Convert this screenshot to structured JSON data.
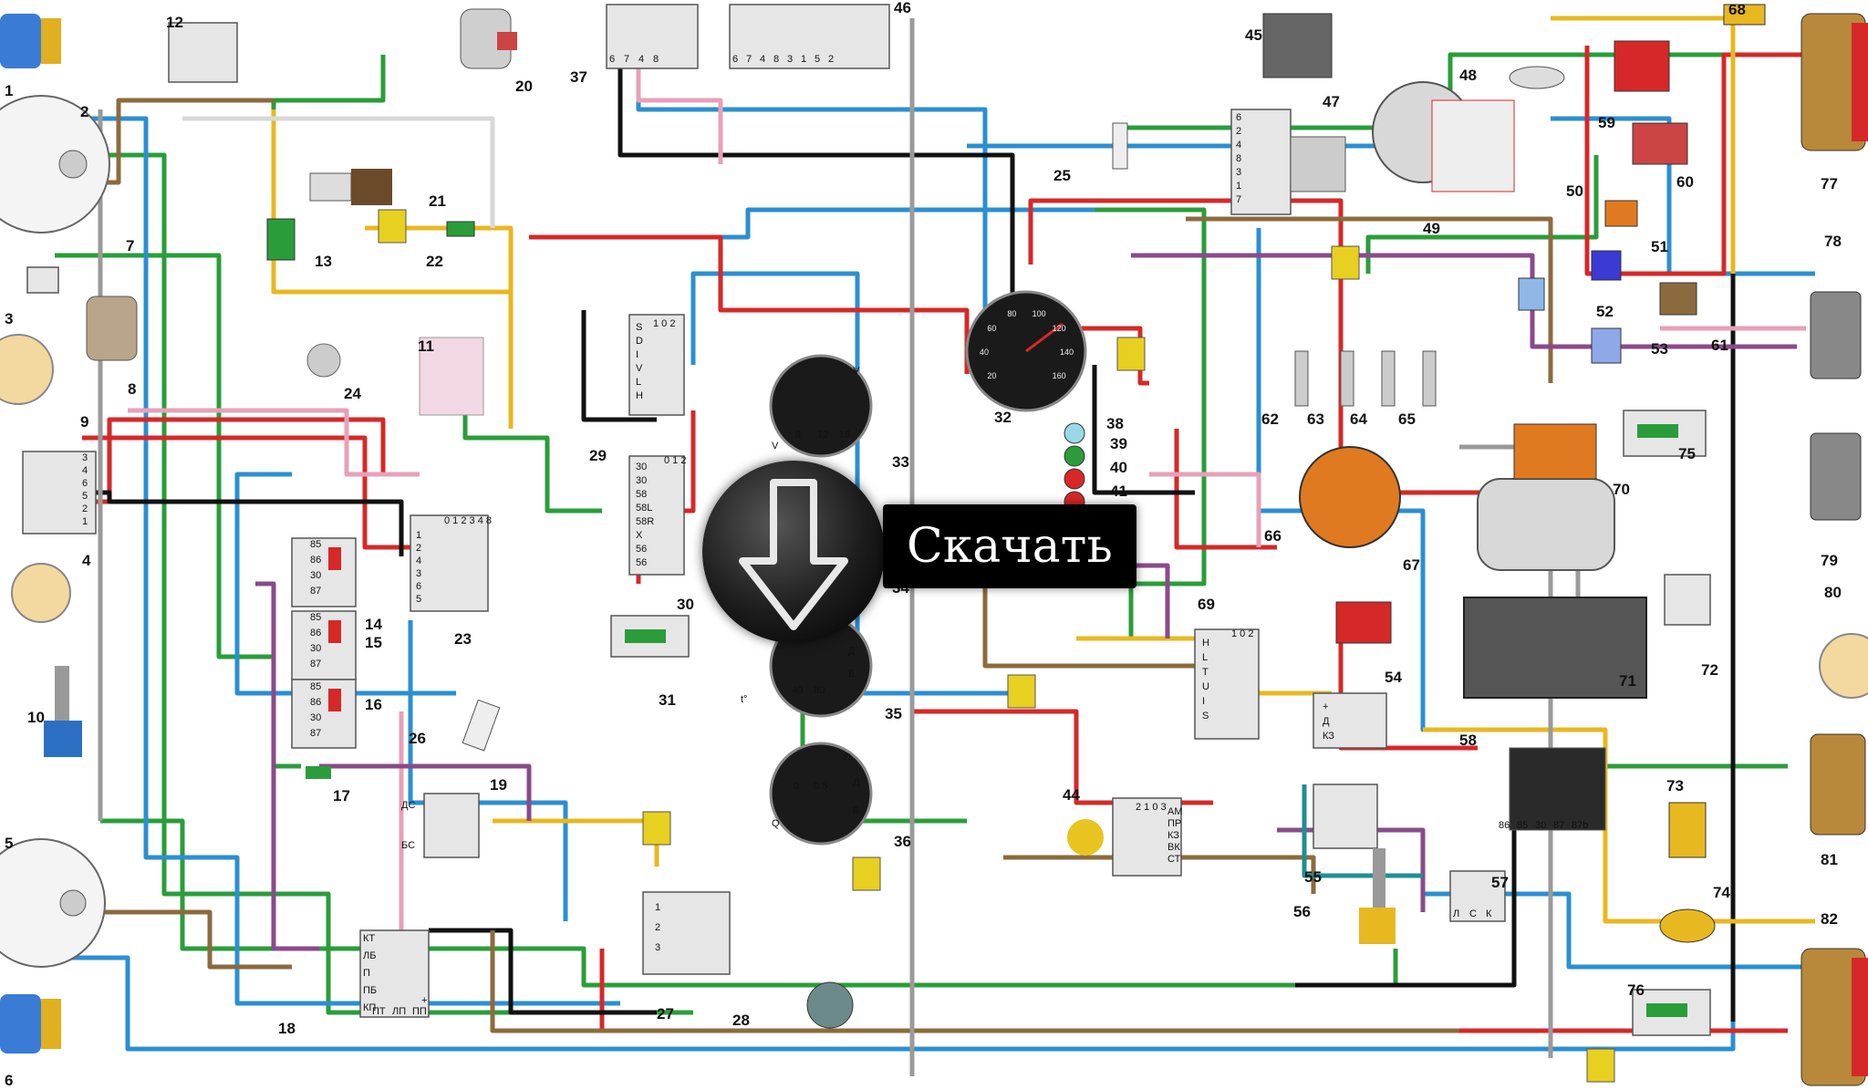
{
  "overlay": {
    "download_label": "Скачать",
    "icon": "download-arrow-icon"
  },
  "wire_colors": {
    "red": "#d62828",
    "green": "#2a9d3a",
    "blue": "#2b8fd1",
    "black": "#111111",
    "brown": "#8b6b3e",
    "yellow": "#e8b820",
    "pink": "#e8a0b8",
    "purple": "#8a4a8a",
    "grey": "#9a9a9a",
    "white": "#d8d8d8",
    "teal": "#1f8f8f",
    "orange": "#e07a20"
  },
  "components": [
    "1",
    "2",
    "3",
    "4",
    "5",
    "6",
    "7",
    "8",
    "9",
    "10",
    "11",
    "12",
    "13",
    "14",
    "15",
    "16",
    "17",
    "18",
    "19",
    "20",
    "21",
    "22",
    "23",
    "24",
    "25",
    "26",
    "27",
    "28",
    "29",
    "30",
    "31",
    "32",
    "33",
    "34",
    "35",
    "36",
    "37",
    "38",
    "39",
    "40",
    "41",
    "44",
    "45",
    "46",
    "47",
    "48",
    "49",
    "50",
    "51",
    "52",
    "53",
    "54",
    "55",
    "56",
    "57",
    "58",
    "59",
    "60",
    "61",
    "62",
    "63",
    "64",
    "65",
    "66",
    "67",
    "68",
    "69",
    "70",
    "71",
    "72",
    "73",
    "74",
    "75",
    "76",
    "77",
    "78",
    "79",
    "80",
    "81",
    "82"
  ],
  "pin_labels": {
    "relay_pins": [
      "85",
      "86",
      "30",
      "87"
    ],
    "relay_14_pins": [
      "85",
      "86",
      "30",
      "87"
    ],
    "relay_15_pins": [
      "85",
      "86",
      "30",
      "87"
    ],
    "relay_16_pins": [
      "85",
      "86",
      "30",
      "87"
    ],
    "switch_9_pins": [
      "3",
      "4",
      "6",
      "5",
      "2",
      "1"
    ],
    "switch_23_header": "0 1 2 3 4 8",
    "switch_23_pins": [
      "1",
      "2",
      "4",
      "3",
      "6",
      "5"
    ],
    "switch_29_header": "1 0 2",
    "switch_29_pins": [
      "S",
      "D",
      "I",
      "V",
      "L",
      "H"
    ],
    "switch_30_header": "0 1 2",
    "switch_30_pins": [
      "30",
      "30",
      "58",
      "58L",
      "58R",
      "X",
      "56",
      "56"
    ],
    "switch_69_header": "1 0 2",
    "switch_69_pins": [
      "H",
      "L",
      "T",
      "U",
      "I",
      "S"
    ],
    "relay_37_pins": [
      "6",
      "7",
      "4",
      "8"
    ],
    "relay_46_pins": [
      "6",
      "7",
      "4",
      "8",
      "3",
      "1",
      "5",
      "2"
    ],
    "switch_47_pins": [
      "6",
      "2",
      "4",
      "8",
      "3",
      "1",
      "7"
    ],
    "unit_18_pins": [
      "КТ",
      "ЛБ",
      "П",
      "ПБ",
      "КП",
      "ПТ",
      "ЛП",
      "ПП",
      "+"
    ],
    "unit_19_pins": [
      "ДС",
      "БС"
    ],
    "unit_27_pins": [
      "1",
      "2",
      "3"
    ],
    "ignition_44_header": "2 1 0 3",
    "ignition_44_pins": [
      "АМ",
      "ПР",
      "КЗ",
      "ВК",
      "СТ"
    ],
    "regulator_54_pins": [
      "+",
      "Д",
      "КЗ"
    ],
    "relay_57_pins": [
      "Л",
      "С",
      "К"
    ],
    "relay_58_pins": [
      "86",
      "85",
      "30",
      "87",
      "87b"
    ],
    "gauge_33_scale": [
      "8",
      "12",
      "16"
    ],
    "gauge_33_marks": [
      "-",
      "+",
      "V"
    ],
    "gauge_35_scale": [
      "40",
      "80"
    ],
    "gauge_35_marks": [
      "Д",
      "Б",
      "t°"
    ],
    "gauge_36_scale": [
      "0",
      "0.5"
    ],
    "gauge_36_marks": [
      "П",
      "Д",
      "Б",
      "Q"
    ],
    "speedo_32_scale": [
      "20",
      "40",
      "60",
      "80",
      "100",
      "120",
      "140",
      "160"
    ]
  }
}
